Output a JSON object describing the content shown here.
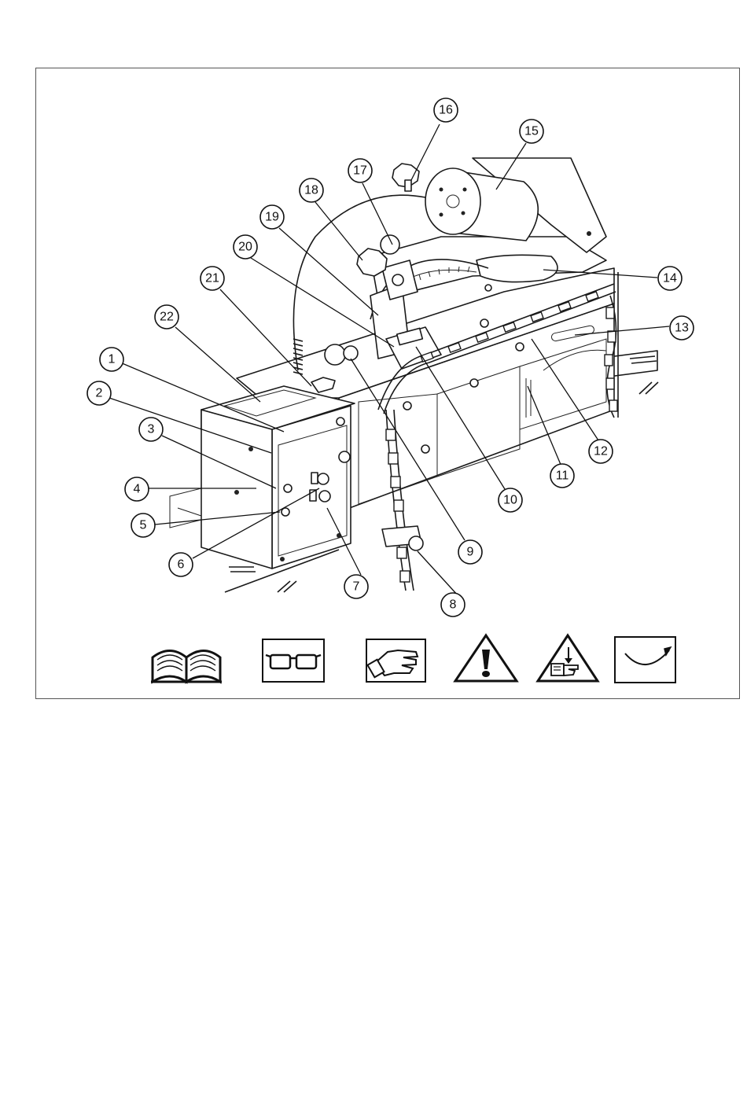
{
  "diagram": {
    "callouts": [
      {
        "id": "c1",
        "label": "1"
      },
      {
        "id": "c2",
        "label": "2"
      },
      {
        "id": "c3",
        "label": "3"
      },
      {
        "id": "c4",
        "label": "4"
      },
      {
        "id": "c5",
        "label": "5"
      },
      {
        "id": "c6",
        "label": "6"
      },
      {
        "id": "c7",
        "label": "7"
      },
      {
        "id": "c8",
        "label": "8"
      },
      {
        "id": "c9",
        "label": "9"
      },
      {
        "id": "c10",
        "label": "10"
      },
      {
        "id": "c11",
        "label": "11"
      },
      {
        "id": "c12",
        "label": "12"
      },
      {
        "id": "c13",
        "label": "13"
      },
      {
        "id": "c14",
        "label": "14"
      },
      {
        "id": "c15",
        "label": "15"
      },
      {
        "id": "c16",
        "label": "16"
      },
      {
        "id": "c17",
        "label": "17"
      },
      {
        "id": "c18",
        "label": "18"
      },
      {
        "id": "c19",
        "label": "19"
      },
      {
        "id": "c20",
        "label": "20"
      },
      {
        "id": "c21",
        "label": "21"
      },
      {
        "id": "c22",
        "label": "22"
      }
    ]
  },
  "safety_symbols": [
    {
      "icon": "read-manual-icon"
    },
    {
      "icon": "safety-glasses-icon"
    },
    {
      "icon": "protective-gloves-icon"
    },
    {
      "icon": "warning-exclamation-icon"
    },
    {
      "icon": "hand-crush-warning-icon"
    },
    {
      "icon": "rotation-direction-icon"
    }
  ]
}
